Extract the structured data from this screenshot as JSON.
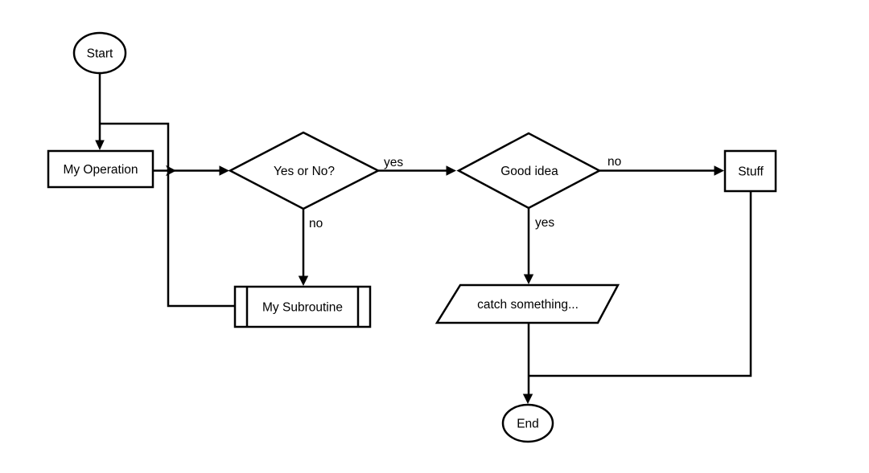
{
  "diagram": {
    "background_color": "#ffffff",
    "line_color": "#000000",
    "text_color": "#000000",
    "nodes": {
      "start": {
        "label": "Start",
        "shape": "ellipse"
      },
      "my_operation": {
        "label": "My Operation",
        "shape": "rectangle"
      },
      "yes_or_no": {
        "label": "Yes or No?",
        "shape": "diamond"
      },
      "good_idea": {
        "label": "Good idea",
        "shape": "diamond"
      },
      "stuff": {
        "label": "Stuff",
        "shape": "rectangle"
      },
      "my_subroutine": {
        "label": "My Subroutine",
        "shape": "subroutine"
      },
      "catch_something": {
        "label": "catch something...",
        "shape": "parallelogram"
      },
      "end": {
        "label": "End",
        "shape": "ellipse"
      }
    },
    "edge_labels": {
      "yes_to_good_idea": "yes",
      "no_to_subroutine": "no",
      "no_to_stuff": "no",
      "yes_to_catch": "yes"
    }
  }
}
